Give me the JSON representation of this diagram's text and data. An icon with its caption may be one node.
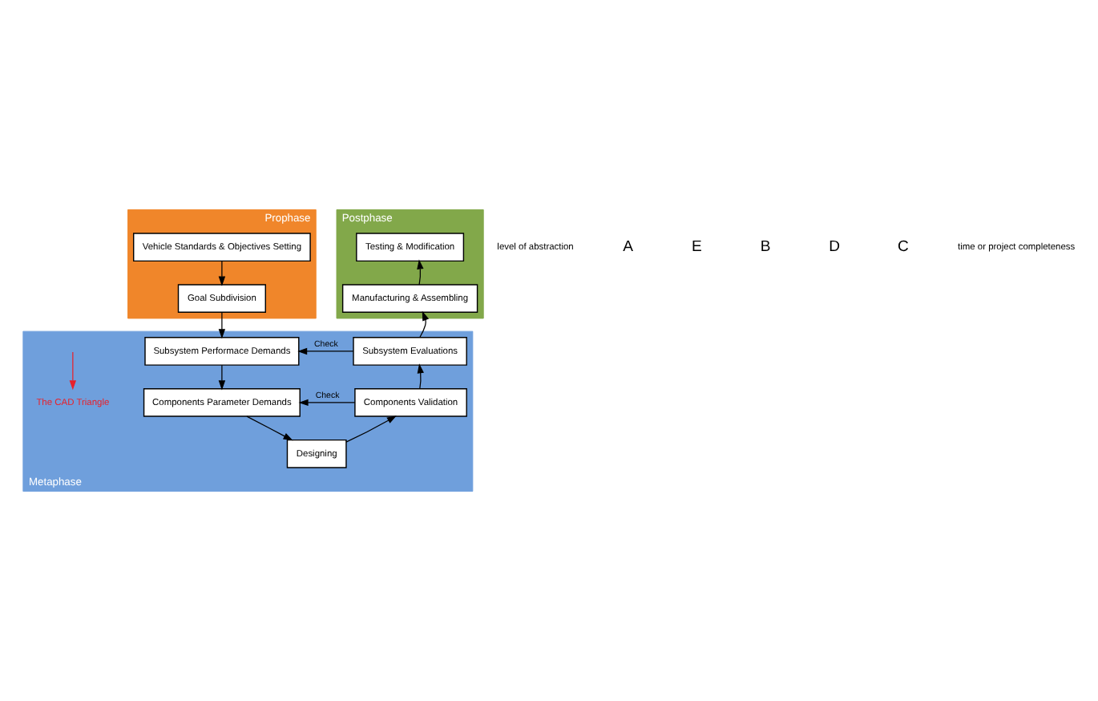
{
  "diagram": {
    "nodes": [
      {
        "text": [
          "Prophase"
        ]
      },
      {
        "text": [
          "Vehicle Standards & Objectives Setting"
        ],
        "in": 0
      },
      {
        "text": [
          "Goal Subdivision"
        ],
        "in": 0
      },
      {
        "text": [
          "Postphase"
        ]
      },
      {
        "text": [
          "Testing & Modification"
        ],
        "in": 3
      },
      {
        "text": [
          "Manufacturing & Assembling"
        ],
        "in": 3
      },
      {
        "text": [
          "Metaphase"
        ]
      },
      {
        "text": [
          "Subsystem Performace Demands"
        ],
        "in": 6
      },
      {
        "text": [
          "Subsystem Evaluations"
        ],
        "in": 6
      },
      {
        "text": [
          "Components Parameter Demands"
        ],
        "in": 6
      },
      {
        "text": [
          "Components Validation"
        ],
        "in": 6
      },
      {
        "text": [
          "Designing"
        ],
        "in": 6
      },
      {
        "text": [
          "The CAD Triangle"
        ],
        "in": 6
      }
    ],
    "edges": [
      {
        "from": 1,
        "to": 2,
        "arrow": "to"
      },
      {
        "from": 2,
        "to": 7,
        "arrow": "to"
      },
      {
        "from": 7,
        "to": 9,
        "arrow": "to"
      },
      {
        "from": 9,
        "to": 11,
        "arrow": "to"
      },
      {
        "from": 11,
        "to": 10,
        "arrow": "to"
      },
      {
        "from": 10,
        "to": 8,
        "arrow": "to"
      },
      {
        "from": 8,
        "to": 5,
        "arrow": "to"
      },
      {
        "from": 5,
        "to": 4,
        "arrow": "to"
      },
      {
        "from": 8,
        "to": 7,
        "arrow": "to",
        "label": "Check"
      },
      {
        "from": 10,
        "to": 9,
        "arrow": "to",
        "label": "Check"
      },
      {
        "from": null,
        "to": 12,
        "arrow": "to",
        "color": "#e8212b"
      }
    ],
    "labels": [
      "level of abstraction",
      "A",
      "E",
      "B",
      "D",
      "C",
      "time or project completeness"
    ]
  }
}
